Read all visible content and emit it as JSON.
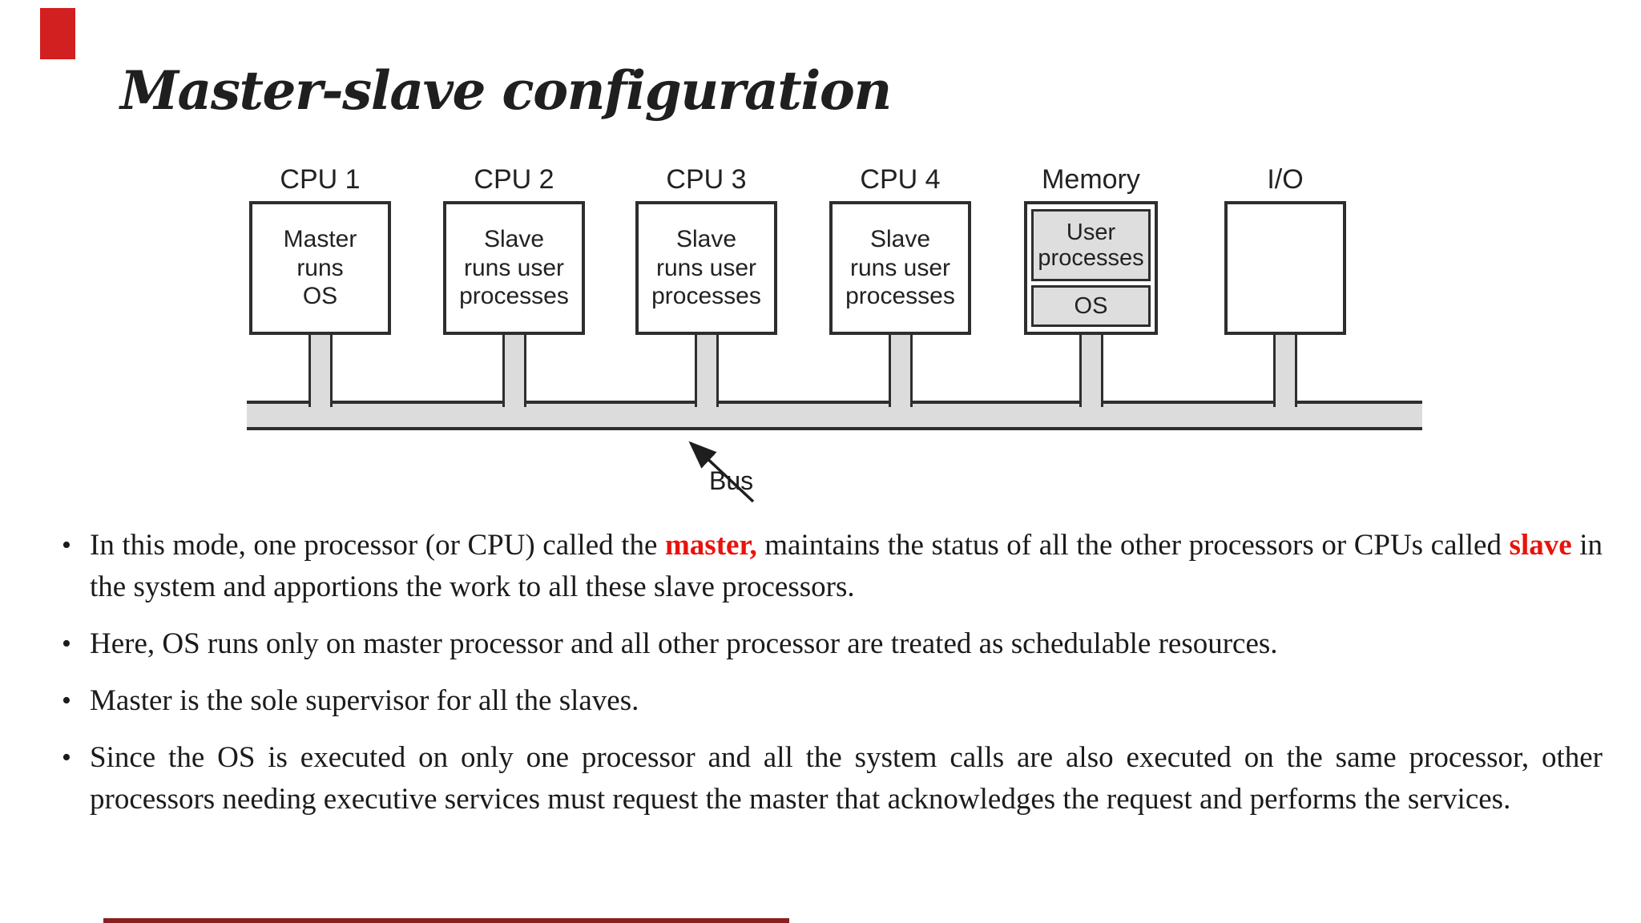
{
  "slide": {
    "title": "Master-slave configuration"
  },
  "colors": {
    "highlight": "#e8130c",
    "top_left_accent": "#d21f1f",
    "bottom_bar": "#8b1e1e",
    "diagram_fill": "#dcdcdc"
  },
  "diagram": {
    "cpus": [
      {
        "label": "CPU 1",
        "content": "Master\nruns\nOS"
      },
      {
        "label": "CPU 2",
        "content": "Slave\nruns user\nprocesses"
      },
      {
        "label": "CPU 3",
        "content": "Slave\nruns user\nprocesses"
      },
      {
        "label": "CPU 4",
        "content": "Slave\nruns user\nprocesses"
      }
    ],
    "memory": {
      "label": "Memory",
      "cells": [
        "User\nprocesses",
        "OS"
      ]
    },
    "io": {
      "label": "I/O"
    },
    "bus": {
      "label": "Bus"
    }
  },
  "bullets": [
    {
      "segments": [
        {
          "text": "In this mode, one processor (or CPU) called the "
        },
        {
          "text": "master,",
          "style": "highlight"
        },
        {
          "text": " maintains the status of all the other processors or CPUs called "
        },
        {
          "text": "slave",
          "style": "highlight"
        },
        {
          "text": " in the system and apportions the work to all these slave processors."
        }
      ]
    },
    {
      "segments": [
        {
          "text": "Here, OS runs only on master processor and all other processor are treated as schedulable resources."
        }
      ]
    },
    {
      "segments": [
        {
          "text": "Master is the sole supervisor for all the slaves."
        }
      ]
    },
    {
      "segments": [
        {
          "text": "Since the OS is executed on only one processor and all the system calls are also executed on the same processor, other processors needing executive services must request the master that acknowledges the request and performs the services."
        }
      ]
    }
  ]
}
